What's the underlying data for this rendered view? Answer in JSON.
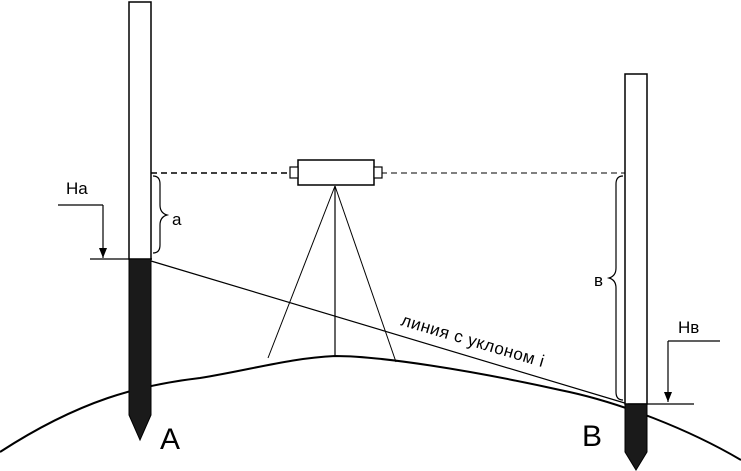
{
  "labels": {
    "point_a": "A",
    "point_b": "B",
    "height_a": "Hа",
    "height_b": "Hв",
    "reading_a": "а",
    "reading_b": "в",
    "slope_line": "линия с уклоном i"
  },
  "colors": {
    "line": "#000000",
    "stake": "#1a1a1a",
    "background": "#ffffff"
  }
}
